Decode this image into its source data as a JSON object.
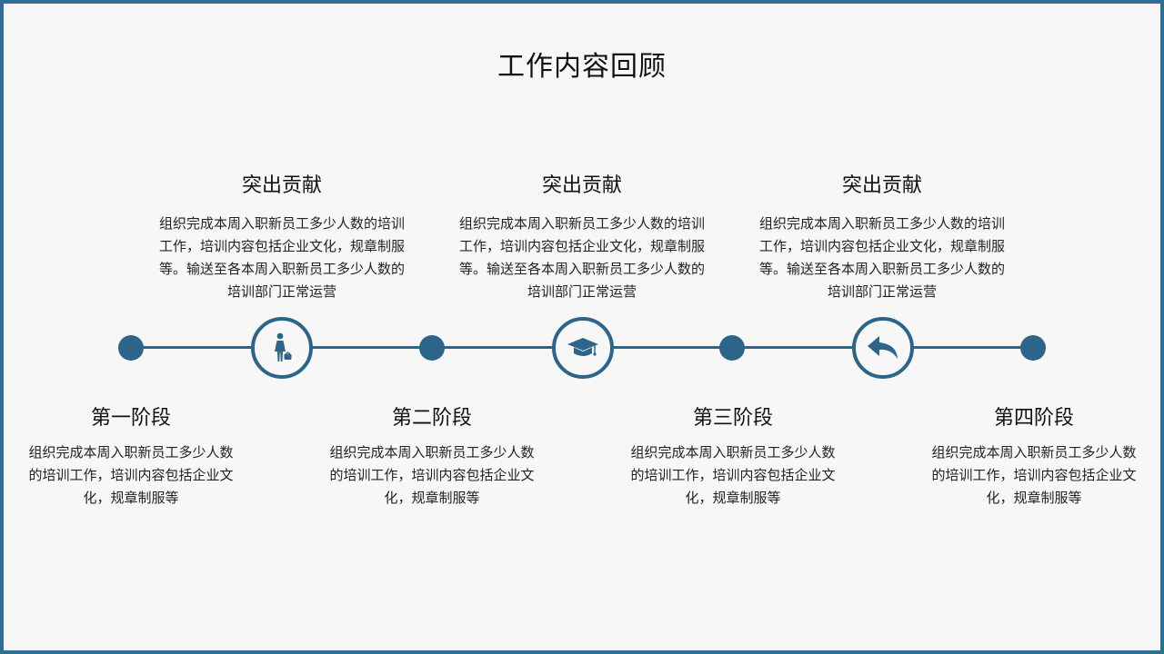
{
  "title": "工作内容回顾",
  "top_items": [
    {
      "heading": "突出贡献",
      "text": "组织完成本周入职新员工多少人数的培训工作，培训内容包括企业文化，规章制服等。输送至各本周入职新员工多少人数的培训部门正常运营"
    },
    {
      "heading": "突出贡献",
      "text": "组织完成本周入职新员工多少人数的培训工作，培训内容包括企业文化，规章制服等。输送至各本周入职新员工多少人数的培训部门正常运营"
    },
    {
      "heading": "突出贡献",
      "text": "组织完成本周入职新员工多少人数的培训工作，培训内容包括企业文化，规章制服等。输送至各本周入职新员工多少人数的培训部门正常运营"
    }
  ],
  "stages": [
    {
      "heading": "第一阶段",
      "text": "组织完成本周入职新员工多少人数的培训工作，培训内容包括企业文化，规章制服等"
    },
    {
      "heading": "第二阶段",
      "text": "组织完成本周入职新员工多少人数的培训工作，培训内容包括企业文化，规章制服等"
    },
    {
      "heading": "第三阶段",
      "text": "组织完成本周入职新员工多少人数的培训工作，培训内容包括企业文化，规章制服等"
    },
    {
      "heading": "第四阶段",
      "text": "组织完成本周入职新员工多少人数的培训工作，培训内容包括企业文化，规章制服等"
    }
  ],
  "icons": [
    "person-with-bag-icon",
    "graduation-cap-icon",
    "reply-arrow-icon"
  ],
  "colors": {
    "accent": "#2d6489",
    "frame": "#2f6f96",
    "background": "#f7f7f8"
  }
}
